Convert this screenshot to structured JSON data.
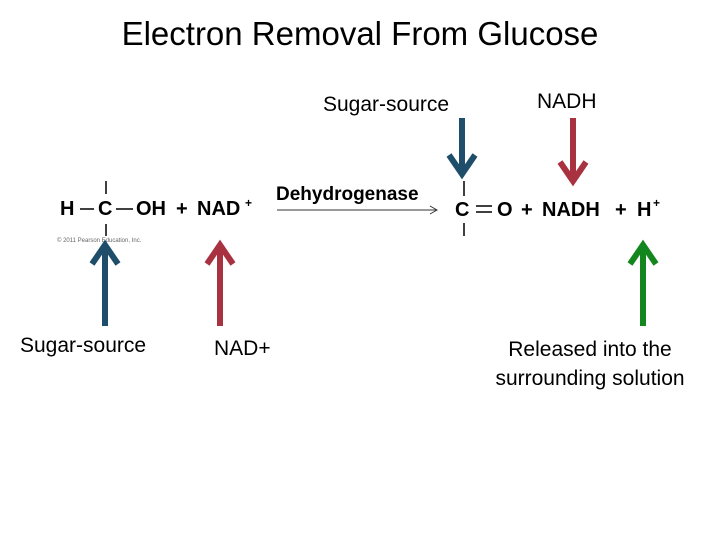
{
  "title": "Electron Removal From Glucose",
  "labels": {
    "sugar_source_top": "Sugar-source",
    "nadh_top": "NADH",
    "sugar_source_bottom": "Sugar-source",
    "nad_bottom": "NAD+",
    "released": "Released into the surrounding solution"
  },
  "reaction": {
    "left": {
      "h": "H",
      "c": "C",
      "oh": "OH",
      "plus": "+",
      "nad": "NAD",
      "nad_charge": "+"
    },
    "enzyme": "Dehydrogenase",
    "right": {
      "c": "C",
      "o": "O",
      "plus1": "+",
      "nadh": "NADH",
      "plus2": "+",
      "h": "H",
      "h_charge": "+"
    }
  },
  "copyright": "© 2011 Pearson Education, Inc.",
  "colors": {
    "sugar_arrow": "#1f4e6b",
    "nad_arrow": "#a83240",
    "h_arrow": "#14861e"
  }
}
